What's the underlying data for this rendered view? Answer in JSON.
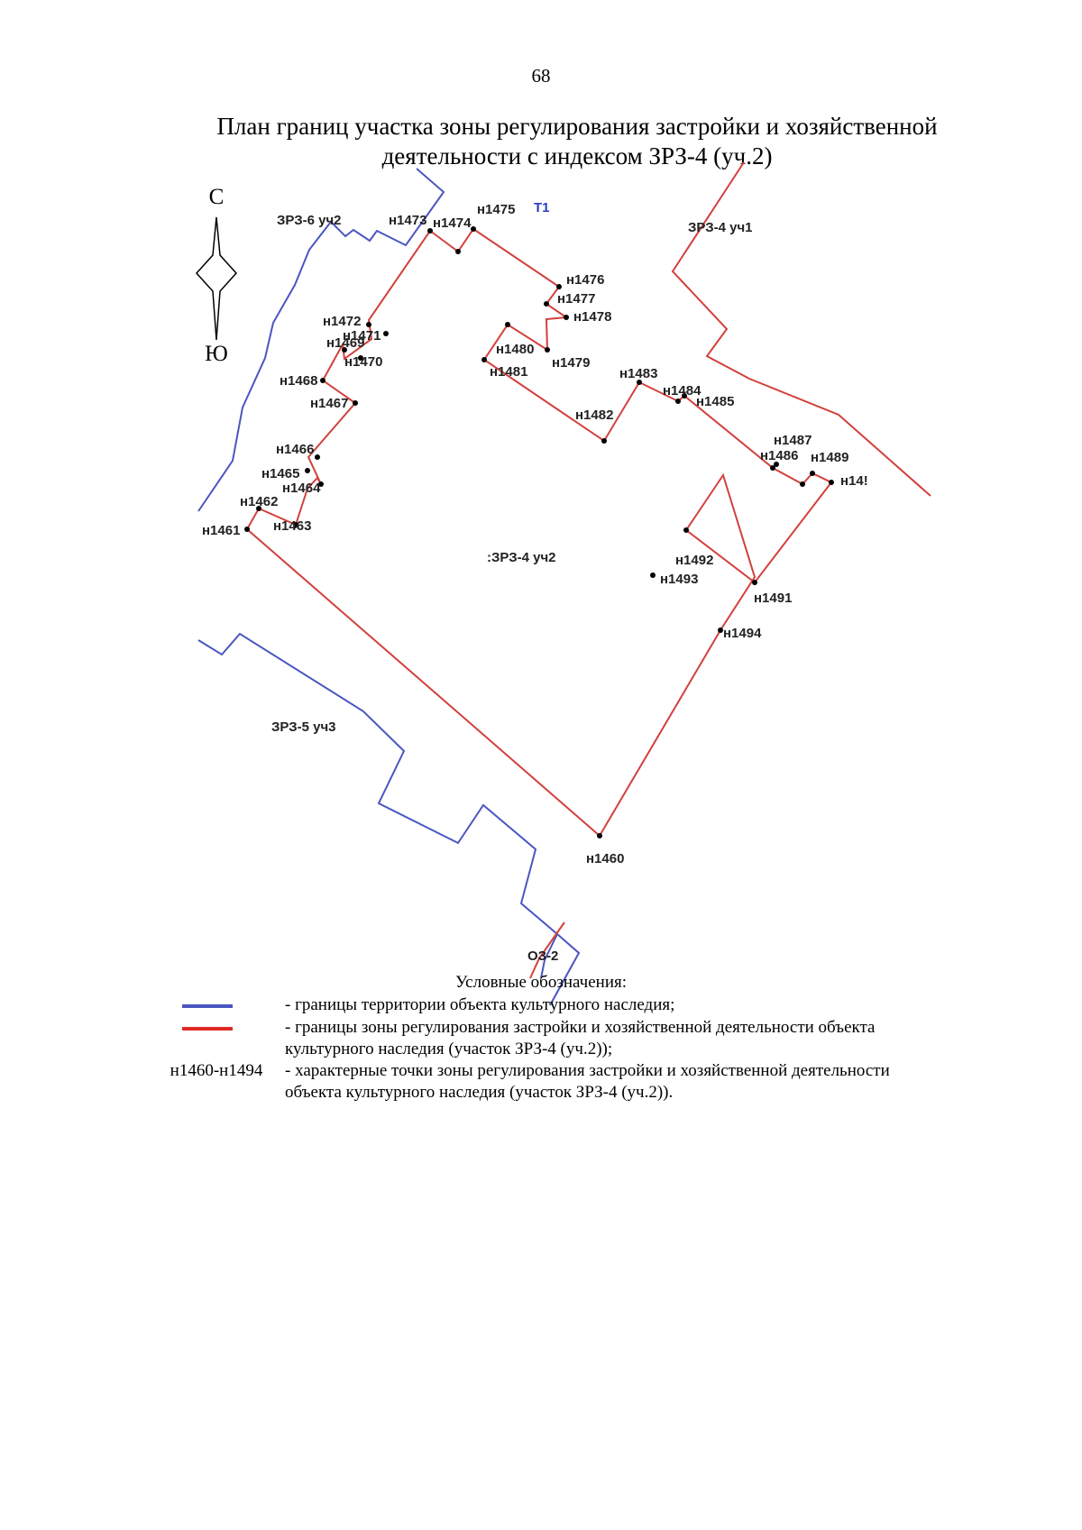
{
  "page_number": "68",
  "title": {
    "line1": "План границ участка зоны регулирования застройки и хозяйственной",
    "line2": "деятельности с индексом ЗРЗ-4 (уч.2)"
  },
  "compass": {
    "north": "С",
    "south": "Ю"
  },
  "colors": {
    "heritage_boundary": "#4a56c0",
    "zone_boundary": "#d2403c",
    "label_blue": "#2a3fc4"
  },
  "map": {
    "zone_labels": {
      "zrz6": "ЗРЗ-6 уч2",
      "zrz4_1": "ЗРЗ-4 уч1",
      "zrz4_2": ":ЗРЗ-4 уч2",
      "zrz5": "ЗРЗ-5 уч3",
      "oz2": "ОЗ-2",
      "t1": "Т1"
    },
    "points": {
      "n1460": "н1460",
      "n1461": "н1461",
      "n1462": "н1462",
      "n1463": "н1463",
      "n1464": "н1464",
      "n1465": "н1465",
      "n1466": "н1466",
      "n1467": "н1467",
      "n1468": "н1468",
      "n1469": "н1469",
      "n1470": "н1470",
      "n1471": "н1471",
      "n1472": "н1472",
      "n1473": "н1473",
      "n1474": "н1474",
      "n1475": "н1475",
      "n1476": "н1476",
      "n1477": "н1477",
      "n1478": "н1478",
      "n1479": "н1479",
      "n1480": "н1480",
      "n1481": "н1481",
      "n1482": "н1482",
      "n1483": "н1483",
      "n1484": "н1484",
      "n1485": "н1485",
      "n1486": "н1486",
      "n1487": "н1487",
      "n1489": "н1489",
      "n1490": "н14!",
      "n1491": "н1491",
      "n1492": "н1492",
      "n1493": "н1493",
      "n1494": "н1494"
    }
  },
  "legend": {
    "title": "Условные обозначения:",
    "item1": "- границы территории объекта культурного наследия;",
    "item2_line1": "- границы зоны регулирования застройки и хозяйственной деятельности объекта",
    "item2_line2": "культурного наследия (участок ЗРЗ-4 (уч.2));",
    "item3_key": "н1460-н1494",
    "item3_line1": "- характерные точки зоны регулирования застройки и хозяйственной деятельности",
    "item3_line2": "объекта культурного наследия (участок ЗРЗ-4 (уч.2))."
  }
}
